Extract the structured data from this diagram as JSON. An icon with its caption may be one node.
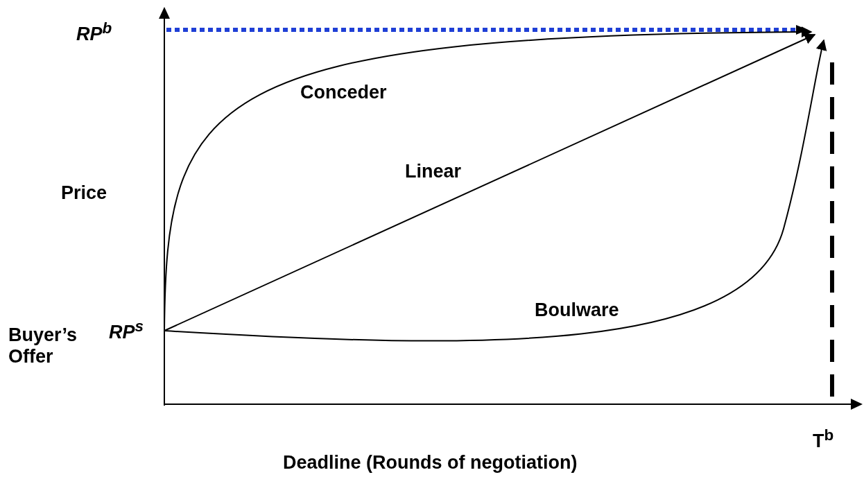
{
  "diagram": {
    "labels": [
      "RP$^{b}$",
      "Conceder",
      "Linear",
      "Price",
      "Boulware",
      "Buyer’s Offer",
      "RP$^{s}$",
      "T$^{b}$",
      "Deadline (Rounds of negotiation)"
    ]
  }
}
